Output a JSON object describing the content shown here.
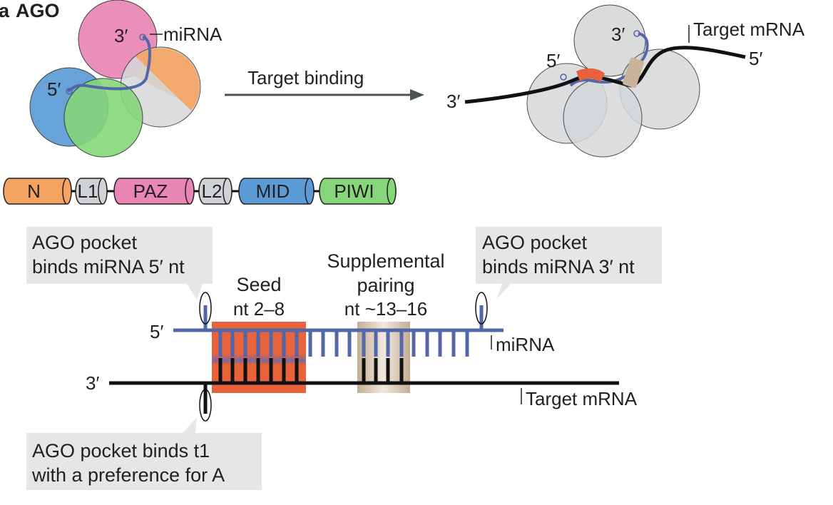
{
  "panel": {
    "letter": "a",
    "title": "AGO"
  },
  "top_left": {
    "mirna_3prime": "3′",
    "mirna_5prime": "5′",
    "mirna_label": "miRNA"
  },
  "arrow": {
    "label": "Target binding"
  },
  "top_right": {
    "mirna_3prime": "3′",
    "mirna_5prime": "5′",
    "mrna_3prime": "3′",
    "mrna_5prime": "5′",
    "mrna_label": "Target mRNA"
  },
  "domains": [
    {
      "label": "N",
      "color": "#f4a460"
    },
    {
      "label": "L1",
      "color": "#d0d3d5"
    },
    {
      "label": "PAZ",
      "color": "#e986b4"
    },
    {
      "label": "L2",
      "color": "#d0d3d5"
    },
    {
      "label": "MID",
      "color": "#5b9bd5"
    },
    {
      "label": "PIWI",
      "color": "#86d67a"
    }
  ],
  "callouts": {
    "pocket_5prime": [
      "AGO pocket",
      "binds miRNA 5′ nt"
    ],
    "pocket_3prime": [
      "AGO pocket",
      "binds miRNA 3′ nt"
    ],
    "pocket_t1": [
      "AGO pocket binds t1",
      "with a preference for A"
    ]
  },
  "pairing": {
    "seed_title": "Seed",
    "seed_range": "nt 2–8",
    "supp_title": "Supplemental",
    "supp_title2": "pairing",
    "supp_range": "nt ~13–16",
    "mirna_5prime": "5′",
    "mirna_label": "miRNA",
    "mrna_3prime": "3′",
    "mrna_label": "Target mRNA"
  },
  "colors": {
    "mirna": "#5266a8",
    "seed": "#e8623c",
    "supplemental": "#c9b49b",
    "mrna": "#111111",
    "callout_bg": "#e6e6e4"
  }
}
